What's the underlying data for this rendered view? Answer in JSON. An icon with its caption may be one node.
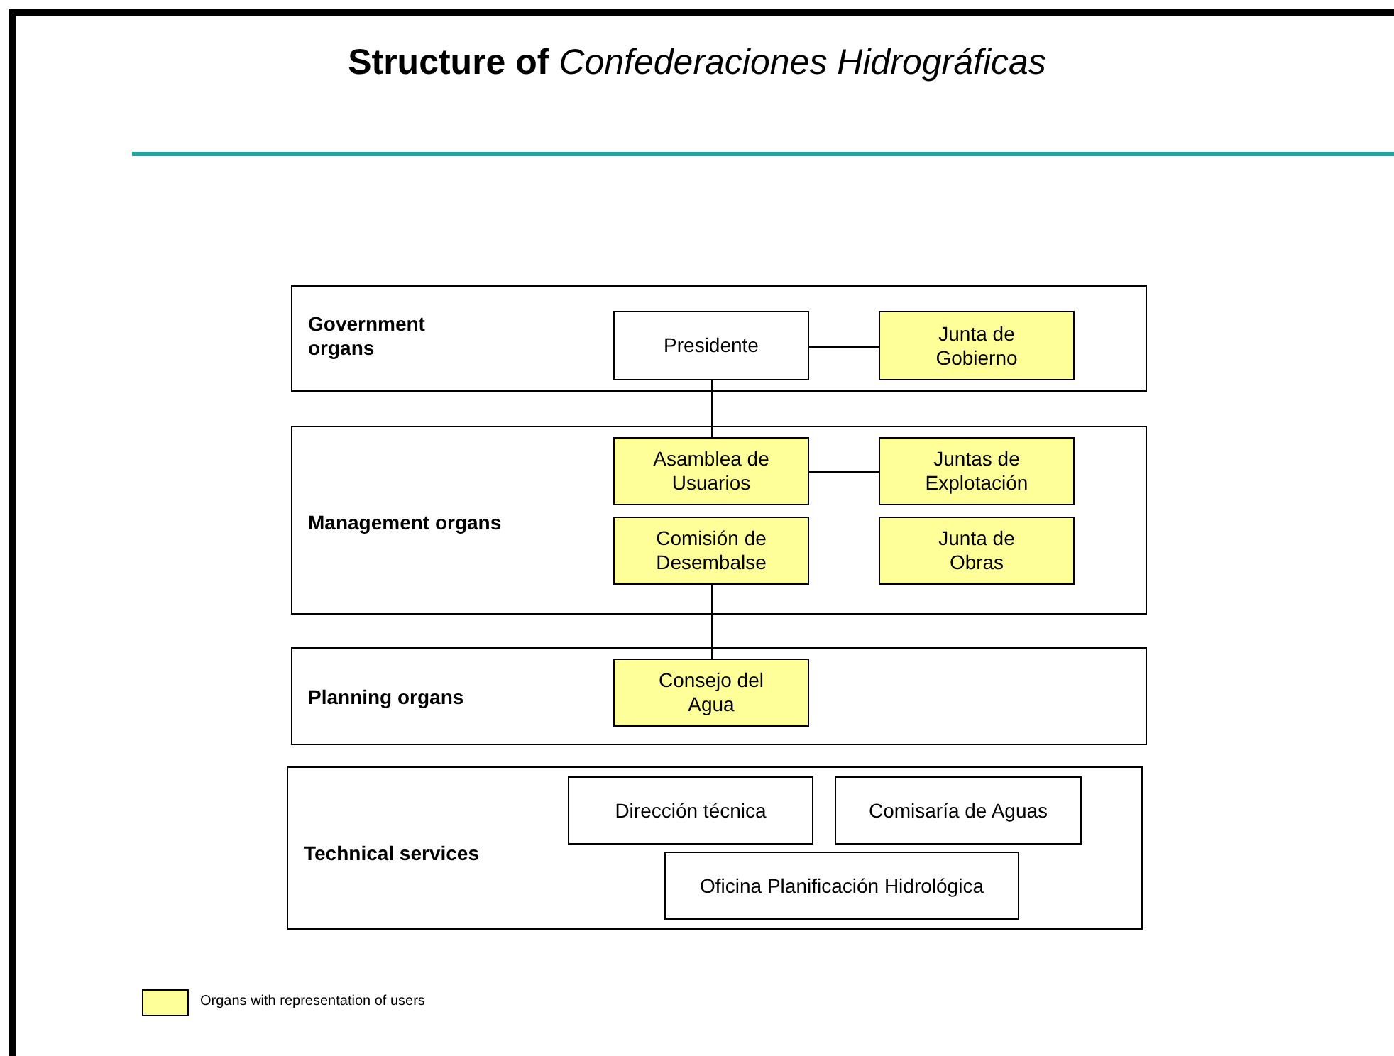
{
  "diagram": {
    "title": "Structure of *Confederaciones Hidrográficas*",
    "nodes": [
      {
        "text": [
          "Government organs"
        ]
      },
      {
        "text": [
          "Presidente"
        ],
        "in": 0
      },
      {
        "text": [
          "Junta de Gobierno"
        ],
        "in": 0
      },
      {
        "text": [
          "Management organs"
        ]
      },
      {
        "text": [
          "Asamblea de Usuarios"
        ],
        "in": 3
      },
      {
        "text": [
          "Juntas de Explotación"
        ],
        "in": 3
      },
      {
        "text": [
          "Comisión de Desembalse"
        ],
        "in": 3
      },
      {
        "text": [
          "Junta de Obras"
        ],
        "in": 3
      },
      {
        "text": [
          "Planning organs"
        ]
      },
      {
        "text": [
          "Consejo del Agua"
        ],
        "in": 8
      },
      {
        "text": [
          "Technical services"
        ]
      },
      {
        "text": [
          "Dirección técnica"
        ],
        "in": 10
      },
      {
        "text": [
          "Comisaría de Aguas"
        ],
        "in": 10
      },
      {
        "text": [
          "Oficina Planificación Hidrológica"
        ],
        "in": 10
      }
    ],
    "edges": [
      {
        "from": 1,
        "to": 2,
        "arrow": "none"
      },
      {
        "from": 1,
        "to": 4,
        "arrow": "none"
      },
      {
        "from": 4,
        "to": 5,
        "arrow": "none"
      },
      {
        "from": 6,
        "to": 9,
        "arrow": "none"
      }
    ],
    "legend": [
      {
        "text": "Organs with representation of users",
        "color": "#ffff99"
      }
    ]
  }
}
